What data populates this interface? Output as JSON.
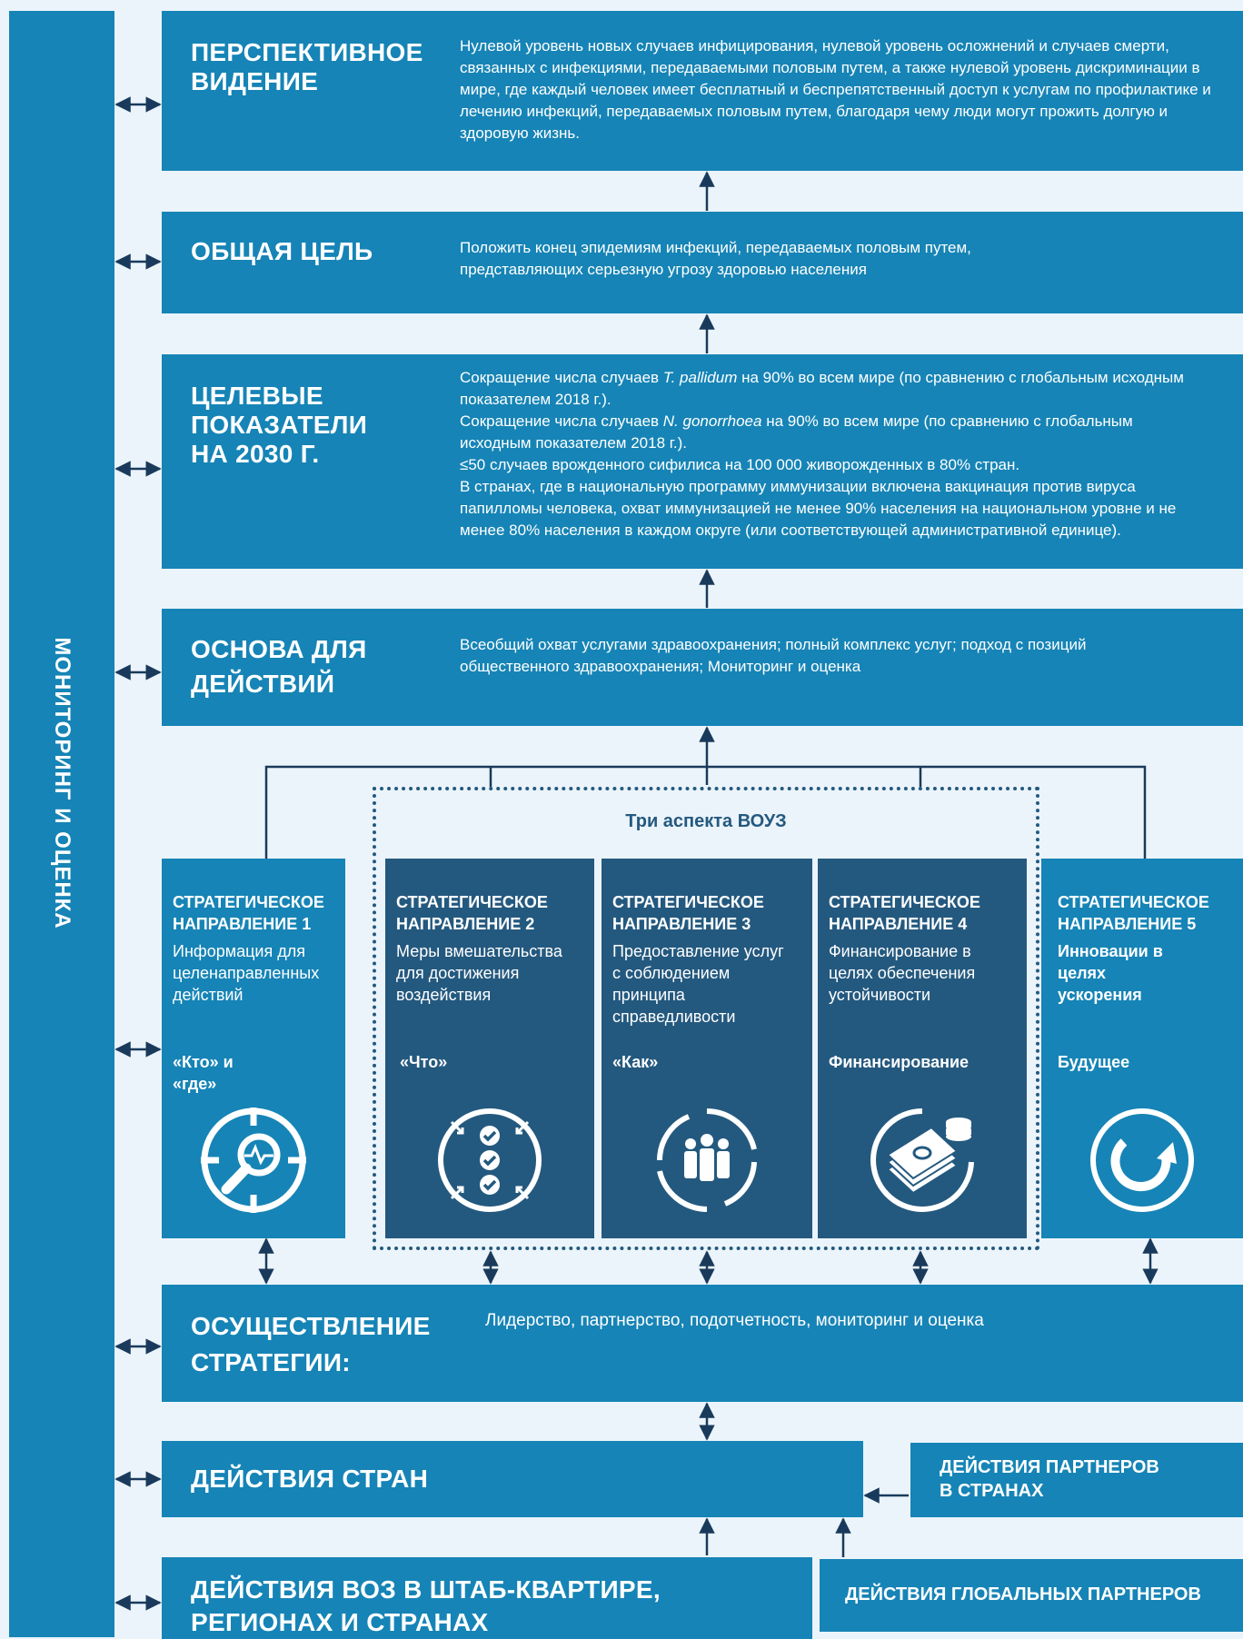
{
  "sidebar": {
    "label": "МОНИТОРИНГ И ОЦЕНКА"
  },
  "vision": {
    "title_line1": "ПЕРСПЕКТИВНОЕ",
    "title_line2": "ВИДЕНИЕ",
    "text": "Нулевой уровень новых случаев инфицирования, нулевой уровень осложнений и случаев смерти, связанных с инфекциями, передаваемыми половым путем, а также нулевой уровень дискриминации в мире, где каждый человек имеет бесплатный и беспрепятственный доступ к услугам по профилактике и лечению инфекций, передаваемых половым путем, благодаря чему люди могут прожить долгую и здоровую жизнь."
  },
  "goal": {
    "title": "ОБЩАЯ ЦЕЛЬ",
    "text": "Положить конец эпидемиям инфекций, передаваемых половым путем, представляющих серьезную угрозу здоровью населения"
  },
  "targets": {
    "title_line1": "ЦЕЛЕВЫЕ",
    "title_line2": "ПОКАЗАТЕЛИ",
    "title_line3": "НА 2030 Г.",
    "t1_pre": "Сокращение числа случаев ",
    "t1_italic": "T. pallidum",
    "t1_post": " на 90% во всем мире (по сравнению с глобальным исходным показателем 2018 г.).",
    "t2_pre": "Сокращение числа случаев ",
    "t2_italic": "N. gonorrhoea",
    "t2_post": " на 90% во всем мире (по сравнению с глобальным исходным показателем 2018 г.).",
    "t3": "≤50 случаев врожденного сифилиса на 100 000 живорожденных в 80% стран.",
    "t4": "В странах, где в национальную программу иммунизации включена вакцинация против вируса папилломы человека, охват иммунизацией не менее 90% населения на национальном уровне и не менее 80% населения в каждом округе (или соответствующей административной единице)."
  },
  "framework": {
    "title_line1": "ОСНОВА ДЛЯ",
    "title_line2": "ДЕЙСТВИЙ",
    "text": "Всеобщий охват услугами здравоохранения; полный комплекс услуг; подход с позиций общественного здравоохранения; Мониторинг и оценка"
  },
  "uhc_label": "Три аспекта ВОУЗ",
  "directions": [
    {
      "header": "СТРАТЕГИЧЕСКОЕ НАПРАВЛЕНИЕ 1",
      "desc": "Информация для целенаправленных действий",
      "key": "«Кто» и «где»",
      "icon": "magnifier-icon"
    },
    {
      "header": "СТРАТЕГИЧЕСКОЕ НАПРАВЛЕНИЕ 2",
      "desc": "Меры вмешательства для достижения воздействия",
      "key": "«Что»",
      "icon": "checklist-icon"
    },
    {
      "header": "СТРАТЕГИЧЕСКОЕ НАПРАВЛЕНИЕ 3",
      "desc": "Предоставление услуг с соблюдением принципа справедливости",
      "key": "«Как»",
      "icon": "people-icon"
    },
    {
      "header": "СТРАТЕГИЧЕСКОЕ НАПРАВЛЕНИЕ 4",
      "desc": "Финансирование в целях обеспечения устойчивости",
      "key": "Финансирование",
      "icon": "money-icon"
    },
    {
      "header": "СТРАТЕГИЧЕСКОЕ НАПРАВЛЕНИЕ 5",
      "desc": "Инновации в целях ускорения",
      "key": "Будущее",
      "icon": "refresh-arrow-icon"
    }
  ],
  "implementation": {
    "title_line1": "ОСУЩЕСТВЛЕНИЕ",
    "title_line2": "СТРАТЕГИИ:",
    "text": "Лидерство, партнерство, подотчетность, мониторинг и оценка"
  },
  "country": {
    "title": "ДЕЙСТВИЯ СТРАН"
  },
  "partners_country": {
    "line1": "ДЕЙСТВИЯ ПАРТНЕРОВ",
    "line2": "В СТРАНАХ"
  },
  "who": {
    "line1": "ДЕЙСТВИЯ ВОЗ В ШТАБ-КВАРТИРЕ,",
    "line2": "РЕГИОНАХ И СТРАНАХ"
  },
  "global_partners": {
    "title": "ДЕЙСТВИЯ ГЛОБАЛЬНЫХ ПАРТНЕРОВ"
  }
}
